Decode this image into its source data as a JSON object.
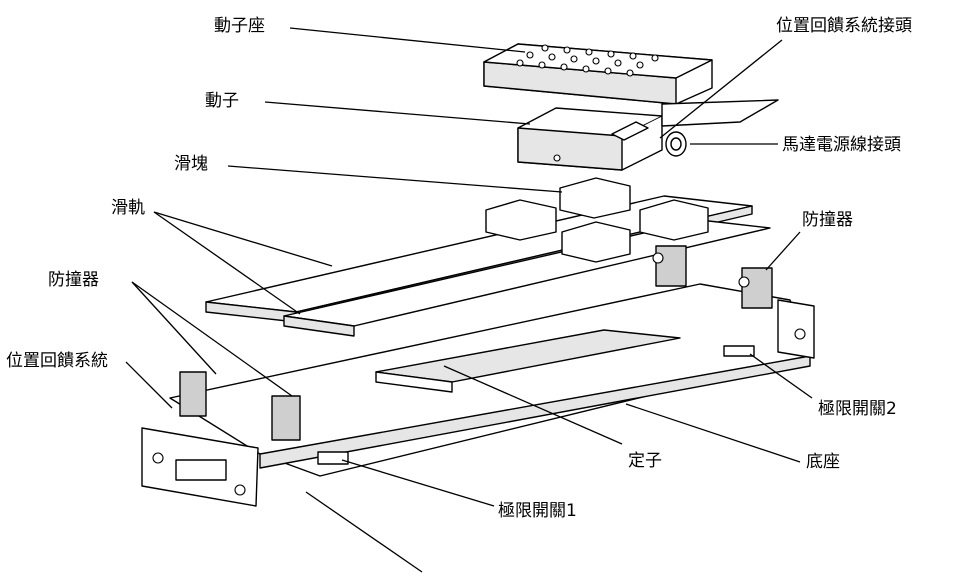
{
  "labels": {
    "mover_base": "動子座",
    "feedback_connector": "位置回饋系統接頭",
    "mover": "動子",
    "motor_power_connector": "馬達電源線接頭",
    "slider": "滑塊",
    "rail": "滑軌",
    "bumper_right": "防撞器",
    "bumper_left": "防撞器",
    "feedback_system": "位置回饋系統",
    "limit_switch_2": "極限開關2",
    "stator": "定子",
    "base": "底座",
    "limit_switch_1": "極限開關1"
  }
}
